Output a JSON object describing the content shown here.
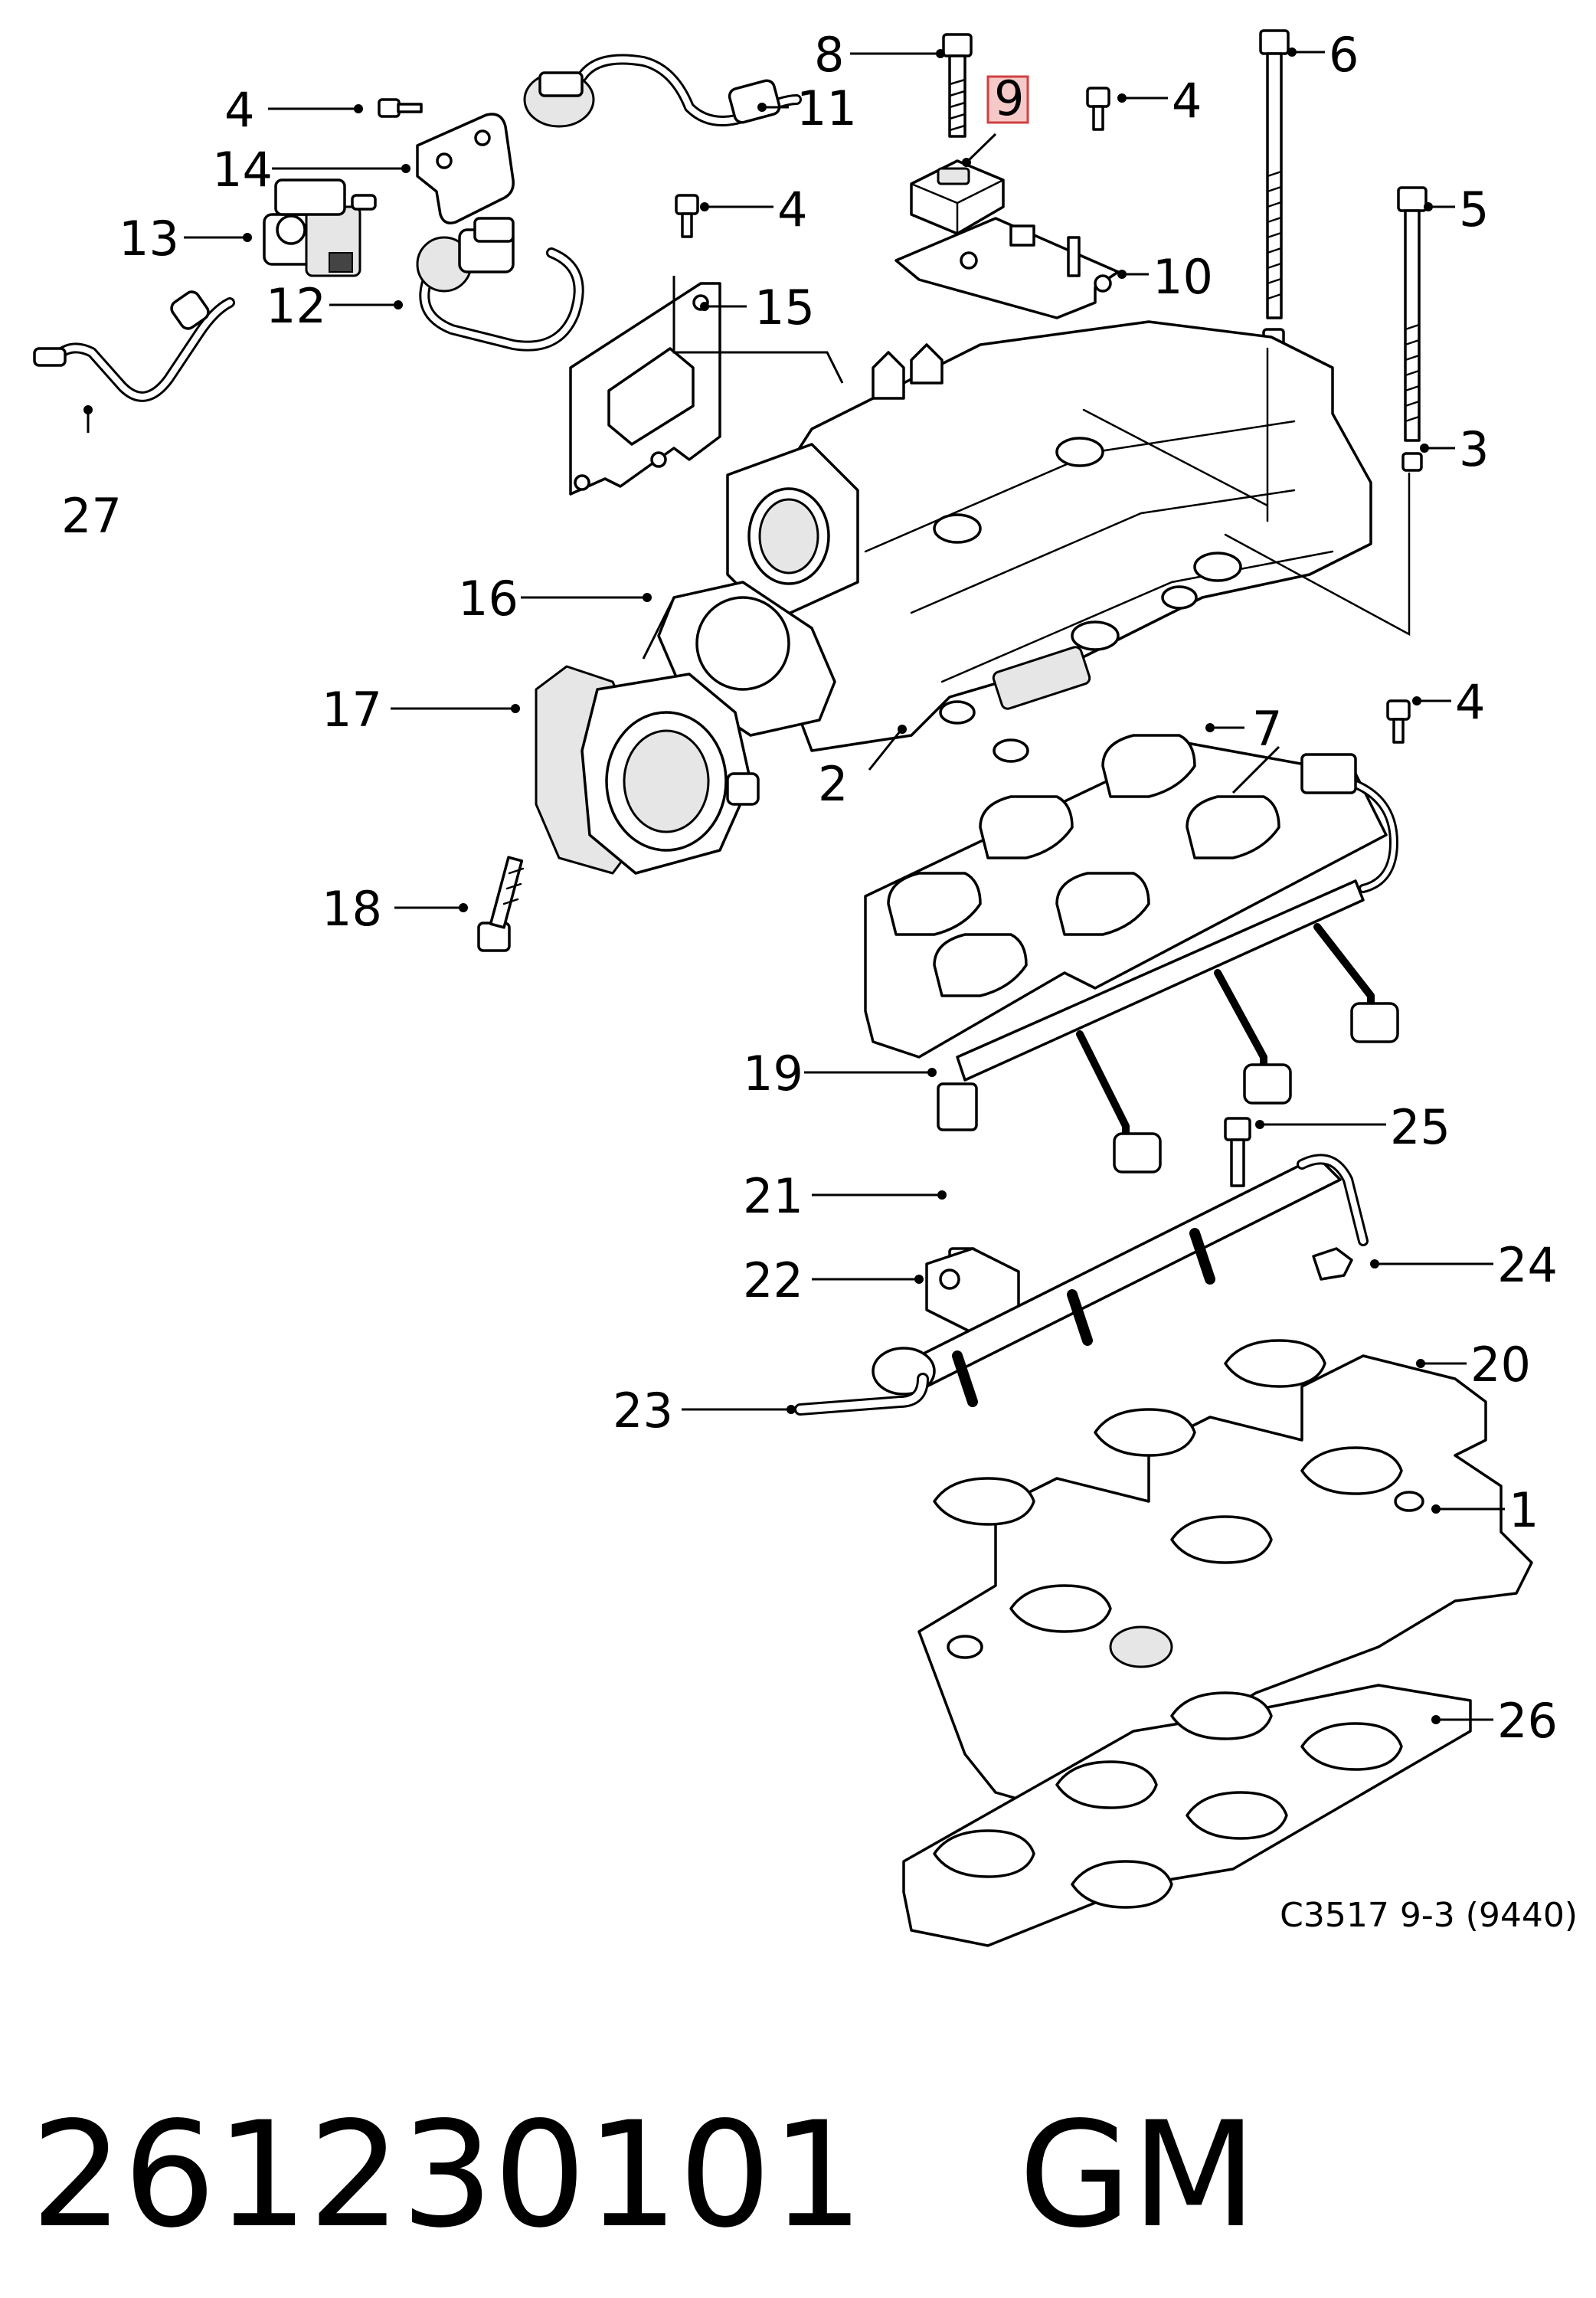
{
  "diagram": {
    "callouts": [
      {
        "id": "c1",
        "text": "1"
      },
      {
        "id": "c2",
        "text": "2"
      },
      {
        "id": "c3",
        "text": "3"
      },
      {
        "id": "c4a",
        "text": "4"
      },
      {
        "id": "c4b",
        "text": "4"
      },
      {
        "id": "c4c",
        "text": "4"
      },
      {
        "id": "c4d",
        "text": "4"
      },
      {
        "id": "c5",
        "text": "5"
      },
      {
        "id": "c6",
        "text": "6"
      },
      {
        "id": "c7",
        "text": "7"
      },
      {
        "id": "c8",
        "text": "8"
      },
      {
        "id": "c9",
        "text": "9"
      },
      {
        "id": "c10",
        "text": "10"
      },
      {
        "id": "c11",
        "text": "11"
      },
      {
        "id": "c12",
        "text": "12"
      },
      {
        "id": "c13",
        "text": "13"
      },
      {
        "id": "c14",
        "text": "14"
      },
      {
        "id": "c15",
        "text": "15"
      },
      {
        "id": "c16",
        "text": "16"
      },
      {
        "id": "c17",
        "text": "17"
      },
      {
        "id": "c18",
        "text": "18"
      },
      {
        "id": "c19",
        "text": "19"
      },
      {
        "id": "c20",
        "text": "20"
      },
      {
        "id": "c21",
        "text": "21"
      },
      {
        "id": "c22",
        "text": "22"
      },
      {
        "id": "c23",
        "text": "23"
      },
      {
        "id": "c24",
        "text": "24"
      },
      {
        "id": "c25",
        "text": "25"
      },
      {
        "id": "c26",
        "text": "26"
      },
      {
        "id": "c27",
        "text": "27"
      }
    ],
    "highlighted_callout": "9",
    "highlight_color": "#f6c9c9",
    "caption": "C3517 9-3 (9440)"
  },
  "footer": {
    "part_number": "261230101",
    "brand": "GM"
  }
}
